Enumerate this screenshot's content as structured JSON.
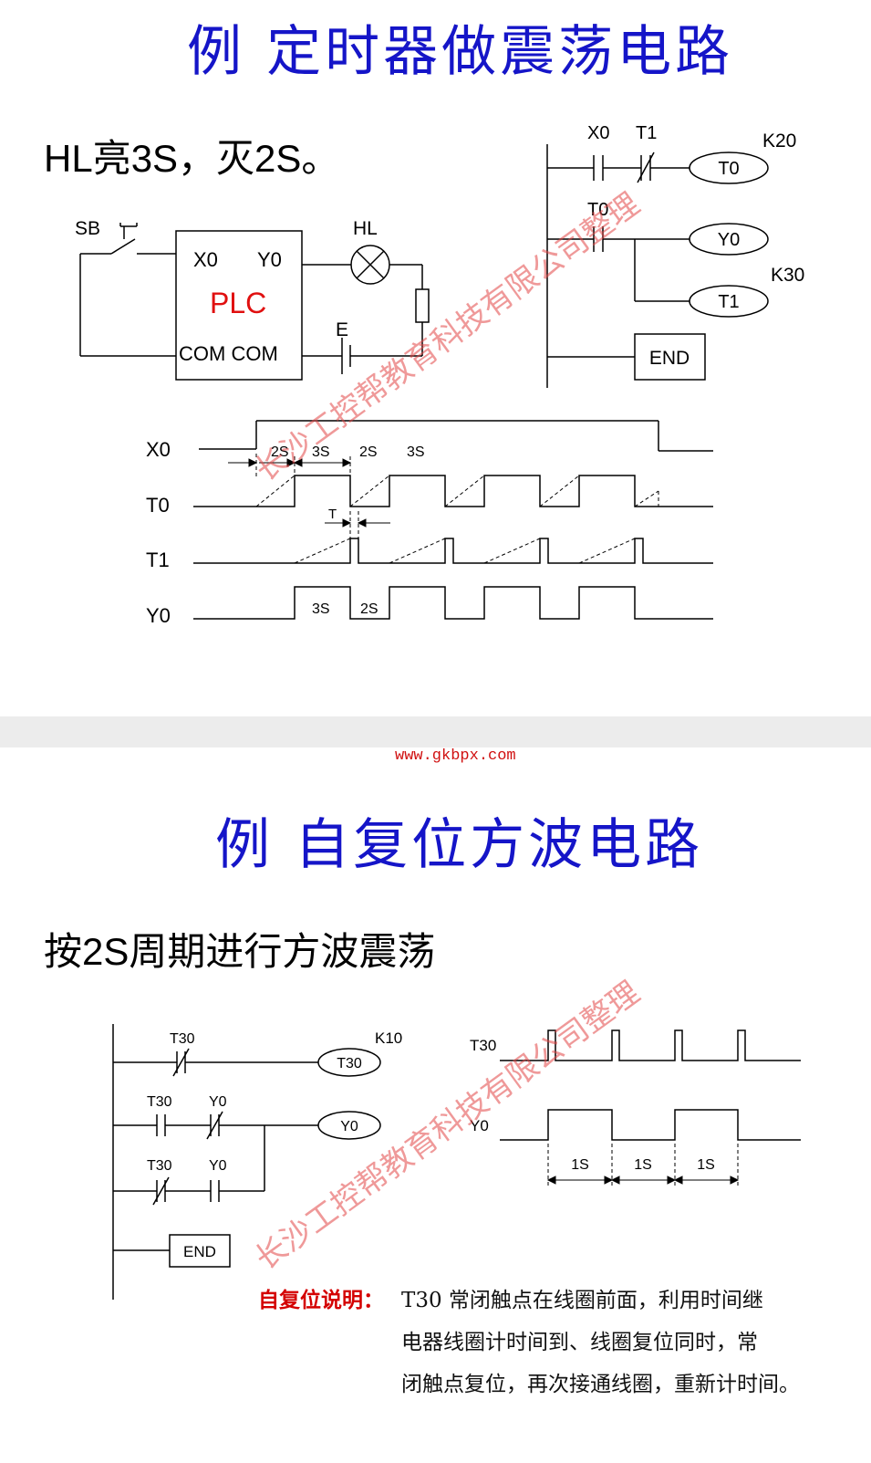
{
  "slide1": {
    "title": "例  定时器做震荡电路",
    "subtitle": "HL亮3S，灭2S。",
    "wiring": {
      "sb": "SB",
      "x0": "X0",
      "y0": "Y0",
      "plc": "PLC",
      "com": "COM COM",
      "hl": "HL",
      "e": "E"
    },
    "ladder": {
      "x0": "X0",
      "t1": "T1",
      "k20": "K20",
      "coil_t0": "T0",
      "t0": "T0",
      "coil_y0": "Y0",
      "k30": "K30",
      "coil_t1": "T1",
      "end": "END"
    },
    "timing": {
      "labels": [
        "X0",
        "T0",
        "T1",
        "Y0"
      ],
      "top_2s": "2S",
      "top_3s": "3S",
      "top_2s_b": "2S",
      "top_3s_b": "3S",
      "t": "T",
      "y0_3s": "3S",
      "y0_2s": "2S"
    }
  },
  "url": "www.gkbpx.com",
  "slide2": {
    "title": "例  自复位方波电路",
    "subtitle": "按2S周期进行方波震荡",
    "ladder": {
      "t30_a": "T30",
      "k10": "K10",
      "coil_t30": "T30",
      "t30_b": "T30",
      "y0_b": "Y0",
      "coil_y0": "Y0",
      "t30_c": "T30",
      "y0_c": "Y0",
      "end": "END"
    },
    "timing": {
      "t30": "T30",
      "y0": "Y0",
      "seg1": "1S",
      "seg2": "1S",
      "seg3": "1S"
    },
    "note_label": "自复位说明：",
    "note_lines": [
      "T30 常闭触点在线圈前面，利用时间继",
      "电器线圈计时间到、线圈复位同时，常",
      "闭触点复位，再次接通线圈，重新计时间。"
    ]
  },
  "watermark": "长沙工控帮教育科技有限公司整理",
  "colors": {
    "title": "#1515c8",
    "plc": "#e01010",
    "note_label": "#d40000",
    "url": "#d01010",
    "watermark": "#e14646"
  }
}
